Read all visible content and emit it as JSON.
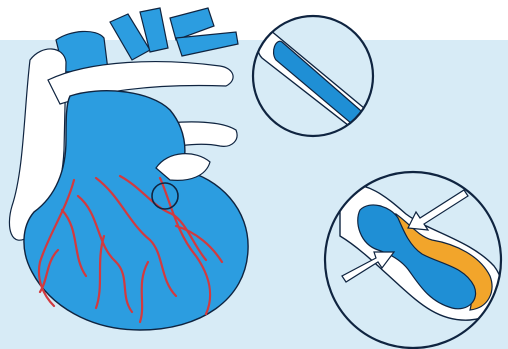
{
  "colors": {
    "backdrop": "#d7ebf6",
    "heart_blue": "#2c9de0",
    "vessel_white": "#ffffff",
    "outline_navy": "#0f2440",
    "artery_red": "#d23a3f",
    "plaque_orange": "#f2a52b",
    "inner_lumen": "#1f8fd5"
  },
  "icons": {
    "heart": "heart-illustration",
    "healthy_artery": "healthy-artery-magnifier",
    "narrowed_artery": "narrowed-artery-magnifier",
    "arrows": "narrowing-arrow-icon"
  }
}
